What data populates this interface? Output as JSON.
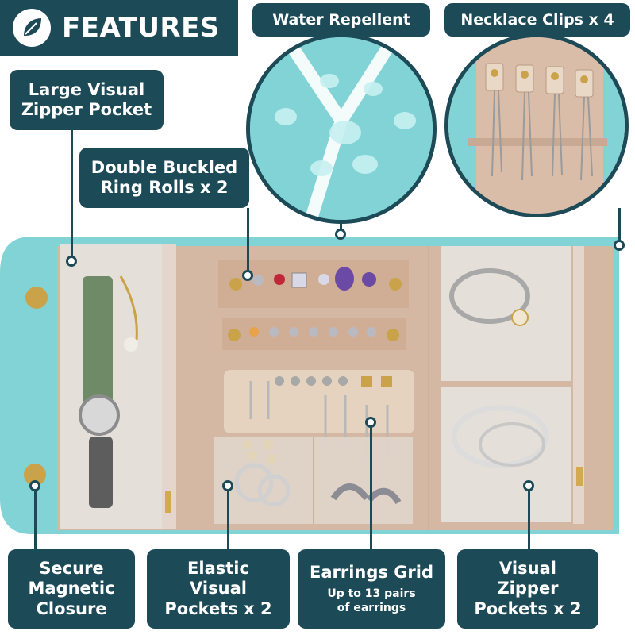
{
  "header": {
    "title": "FEATURES",
    "icon": "leaf-icon"
  },
  "callouts": {
    "large_zipper": [
      "Large Visual",
      "Zipper Pocket"
    ],
    "ring_rolls": [
      "Double Buckled",
      "Ring Rolls x 2"
    ],
    "water": "Water Repellent",
    "necklace": "Necklace Clips x 4",
    "magnetic": [
      "Secure",
      "Magnetic",
      "Closure"
    ],
    "elastic": [
      "Elastic",
      "Visual",
      "Pockets x 2"
    ],
    "earrings": {
      "title": "Earrings Grid",
      "sub": [
        "Up to 13 pairs",
        "of earrings"
      ]
    },
    "visual_zipper": [
      "Visual",
      "Zipper",
      "Pockets x 2"
    ]
  },
  "colors": {
    "label_bg": "#1d4a57",
    "teal_fabric": "#7fd4d8",
    "lining": "#d4b8a4",
    "pvc": "#e8e2de"
  }
}
